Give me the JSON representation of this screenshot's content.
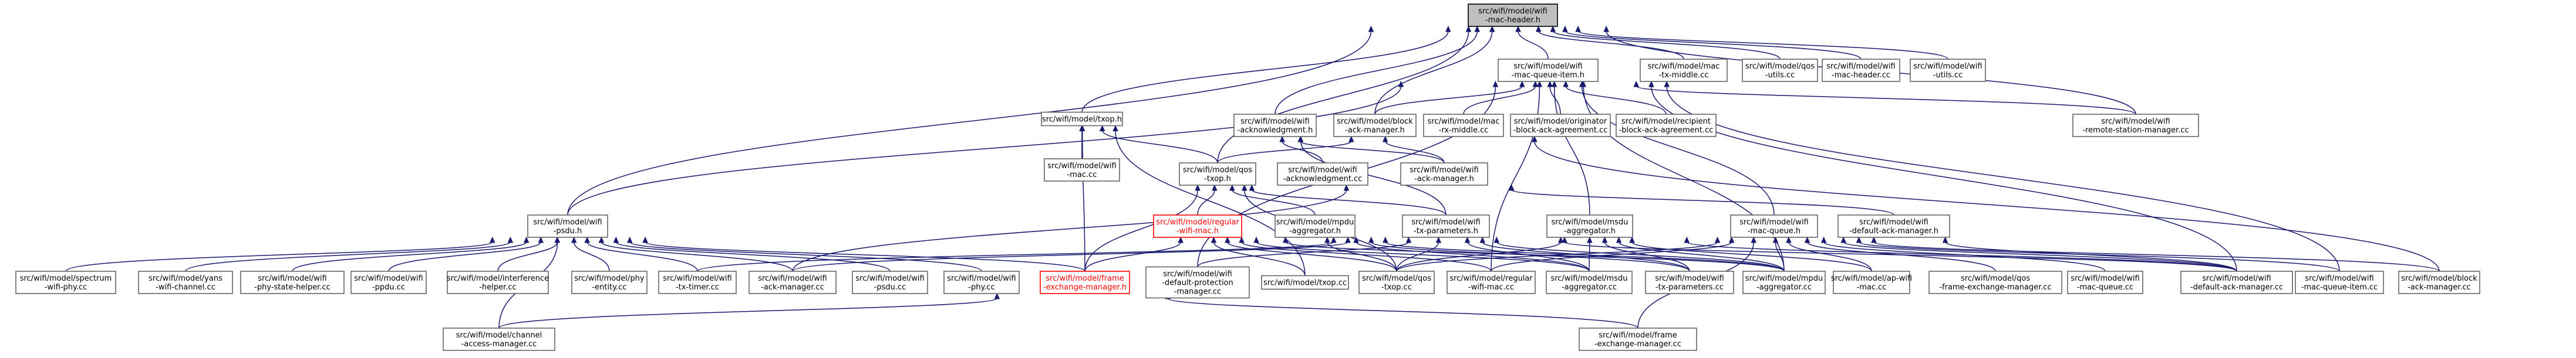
{
  "graph": {
    "root": "n0",
    "nodes": [
      {
        "id": "n0",
        "lines": [
          "src/wifi/model/wifi",
          "-mac-header.h"
        ],
        "style": "root"
      },
      {
        "id": "n1",
        "lines": [
          "src/wifi/model/wifi",
          "-mac-queue-item.h"
        ]
      },
      {
        "id": "n2",
        "lines": [
          "src/wifi/model/mac",
          "-tx-middle.cc"
        ]
      },
      {
        "id": "n3",
        "lines": [
          "src/wifi/model/qos",
          "-utils.cc"
        ]
      },
      {
        "id": "n4",
        "lines": [
          "src/wifi/model/wifi",
          "-mac-header.cc"
        ]
      },
      {
        "id": "n5",
        "lines": [
          "src/wifi/model/wifi",
          "-utils.cc"
        ]
      },
      {
        "id": "n6",
        "lines": [
          "src/wifi/model/txop.h"
        ]
      },
      {
        "id": "n7",
        "lines": [
          "src/wifi/model/wifi",
          "-acknowledgment.h"
        ]
      },
      {
        "id": "n8",
        "lines": [
          "src/wifi/model/block",
          "-ack-manager.h"
        ]
      },
      {
        "id": "n9",
        "lines": [
          "src/wifi/model/mac",
          "-rx-middle.cc"
        ]
      },
      {
        "id": "n10",
        "lines": [
          "src/wifi/model/originator",
          "-block-ack-agreement.cc"
        ]
      },
      {
        "id": "n11",
        "lines": [
          "src/wifi/model/recipient",
          "-block-ack-agreement.cc"
        ]
      },
      {
        "id": "n12",
        "lines": [
          "src/wifi/model/wifi",
          "-remote-station-manager.cc"
        ]
      },
      {
        "id": "n13",
        "lines": [
          "src/wifi/model/wifi",
          "-mac.cc"
        ]
      },
      {
        "id": "n14",
        "lines": [
          "src/wifi/model/qos",
          "-txop.h"
        ]
      },
      {
        "id": "n15",
        "lines": [
          "src/wifi/model/wifi",
          "-acknowledgment.cc"
        ]
      },
      {
        "id": "n16",
        "lines": [
          "src/wifi/model/wifi",
          "-ack-manager.h"
        ]
      },
      {
        "id": "n17",
        "lines": [
          "src/wifi/model/wifi",
          "-psdu.h"
        ]
      },
      {
        "id": "n18",
        "lines": [
          "src/wifi/model/regular",
          "-wifi-mac.h"
        ],
        "style": "red"
      },
      {
        "id": "n19",
        "lines": [
          "src/wifi/model/mpdu",
          "-aggregator.h"
        ]
      },
      {
        "id": "n20",
        "lines": [
          "src/wifi/model/wifi",
          "-tx-parameters.h"
        ]
      },
      {
        "id": "n21",
        "lines": [
          "src/wifi/model/msdu",
          "-aggregator.h"
        ]
      },
      {
        "id": "n22",
        "lines": [
          "src/wifi/model/wifi",
          "-mac-queue.h"
        ]
      },
      {
        "id": "n23",
        "lines": [
          "src/wifi/model/wifi",
          "-default-ack-manager.h"
        ]
      },
      {
        "id": "n24",
        "lines": [
          "src/wifi/model/spectrum",
          "-wifi-phy.cc"
        ]
      },
      {
        "id": "n25",
        "lines": [
          "src/wifi/model/yans",
          "-wifi-channel.cc"
        ]
      },
      {
        "id": "n26",
        "lines": [
          "src/wifi/model/wifi",
          "-phy-state-helper.cc"
        ]
      },
      {
        "id": "n27",
        "lines": [
          "src/wifi/model/wifi",
          "-ppdu.cc"
        ]
      },
      {
        "id": "n28",
        "lines": [
          "src/wifi/model/interference",
          "-helper.cc"
        ]
      },
      {
        "id": "n29",
        "lines": [
          "src/wifi/model/phy",
          "-entity.cc"
        ]
      },
      {
        "id": "n30",
        "lines": [
          "src/wifi/model/wifi",
          "-tx-timer.cc"
        ]
      },
      {
        "id": "n31",
        "lines": [
          "src/wifi/model/wifi",
          "-ack-manager.cc"
        ]
      },
      {
        "id": "n32",
        "lines": [
          "src/wifi/model/wifi",
          "-psdu.cc"
        ]
      },
      {
        "id": "n33",
        "lines": [
          "src/wifi/model/wifi",
          "-phy.cc"
        ]
      },
      {
        "id": "n34",
        "lines": [
          "src/wifi/model/frame",
          "-exchange-manager.h"
        ],
        "style": "red"
      },
      {
        "id": "n35",
        "lines": [
          "src/wifi/model/wifi",
          "-default-protection",
          "-manager.cc"
        ]
      },
      {
        "id": "n36",
        "lines": [
          "src/wifi/model/txop.cc"
        ]
      },
      {
        "id": "n37",
        "lines": [
          "src/wifi/model/qos",
          "-txop.cc"
        ]
      },
      {
        "id": "n38",
        "lines": [
          "src/wifi/model/regular",
          "-wifi-mac.cc"
        ]
      },
      {
        "id": "n39",
        "lines": [
          "src/wifi/model/msdu",
          "-aggregator.cc"
        ]
      },
      {
        "id": "n40",
        "lines": [
          "src/wifi/model/wifi",
          "-tx-parameters.cc"
        ]
      },
      {
        "id": "n41",
        "lines": [
          "src/wifi/model/mpdu",
          "-aggregator.cc"
        ]
      },
      {
        "id": "n42",
        "lines": [
          "src/wifi/model/ap-wifi",
          "-mac.cc"
        ]
      },
      {
        "id": "n43",
        "lines": [
          "src/wifi/model/qos",
          "-frame-exchange-manager.cc"
        ]
      },
      {
        "id": "n44",
        "lines": [
          "src/wifi/model/wifi",
          "-mac-queue.cc"
        ]
      },
      {
        "id": "n45",
        "lines": [
          "src/wifi/model/wifi",
          "-default-ack-manager.cc"
        ]
      },
      {
        "id": "n46",
        "lines": [
          "src/wifi/model/wifi",
          "-mac-queue-item.cc"
        ]
      },
      {
        "id": "n47",
        "lines": [
          "src/wifi/model/block",
          "-ack-manager.cc"
        ]
      },
      {
        "id": "n48",
        "lines": [
          "src/wifi/model/channel",
          "-access-manager.cc"
        ]
      },
      {
        "id": "n49",
        "lines": [
          "src/wifi/model/frame",
          "-exchange-manager.cc"
        ]
      }
    ],
    "edges": [
      [
        "n0",
        "n1"
      ],
      [
        "n0",
        "n2"
      ],
      [
        "n0",
        "n3"
      ],
      [
        "n0",
        "n4"
      ],
      [
        "n0",
        "n5"
      ],
      [
        "n0",
        "n6"
      ],
      [
        "n0",
        "n7"
      ],
      [
        "n0",
        "n8"
      ],
      [
        "n0",
        "n12"
      ],
      [
        "n0",
        "n17"
      ],
      [
        "n0",
        "n14"
      ],
      [
        "n1",
        "n9"
      ],
      [
        "n1",
        "n10"
      ],
      [
        "n1",
        "n11"
      ],
      [
        "n1",
        "n12"
      ],
      [
        "n1",
        "n8"
      ],
      [
        "n1",
        "n17"
      ],
      [
        "n1",
        "n21"
      ],
      [
        "n1",
        "n22"
      ],
      [
        "n1",
        "n46"
      ],
      [
        "n1",
        "n35"
      ],
      [
        "n1",
        "n38"
      ],
      [
        "n1",
        "n41"
      ],
      [
        "n1",
        "n45"
      ],
      [
        "n6",
        "n13"
      ],
      [
        "n6",
        "n14"
      ],
      [
        "n6",
        "n36"
      ],
      [
        "n6",
        "n34"
      ],
      [
        "n7",
        "n15"
      ],
      [
        "n7",
        "n16"
      ],
      [
        "n7",
        "n20"
      ],
      [
        "n8",
        "n16"
      ],
      [
        "n8",
        "n14"
      ],
      [
        "n8",
        "n47"
      ],
      [
        "n14",
        "n18"
      ],
      [
        "n14",
        "n19"
      ],
      [
        "n14",
        "n20"
      ],
      [
        "n14",
        "n34"
      ],
      [
        "n14",
        "n37"
      ],
      [
        "n16",
        "n23"
      ],
      [
        "n16",
        "n31"
      ],
      [
        "n17",
        "n24"
      ],
      [
        "n17",
        "n25"
      ],
      [
        "n17",
        "n26"
      ],
      [
        "n17",
        "n27"
      ],
      [
        "n17",
        "n28"
      ],
      [
        "n17",
        "n29"
      ],
      [
        "n17",
        "n30"
      ],
      [
        "n17",
        "n31"
      ],
      [
        "n17",
        "n32"
      ],
      [
        "n17",
        "n33"
      ],
      [
        "n17",
        "n34"
      ],
      [
        "n17",
        "n48"
      ],
      [
        "n18",
        "n36"
      ],
      [
        "n18",
        "n37"
      ],
      [
        "n18",
        "n38"
      ],
      [
        "n18",
        "n39"
      ],
      [
        "n18",
        "n41"
      ],
      [
        "n18",
        "n34"
      ],
      [
        "n19",
        "n37"
      ],
      [
        "n19",
        "n39"
      ],
      [
        "n19",
        "n41"
      ],
      [
        "n19",
        "n40"
      ],
      [
        "n20",
        "n31"
      ],
      [
        "n20",
        "n37"
      ],
      [
        "n20",
        "n39"
      ],
      [
        "n20",
        "n40"
      ],
      [
        "n20",
        "n41"
      ],
      [
        "n20",
        "n45"
      ],
      [
        "n20",
        "n35"
      ],
      [
        "n20",
        "n30"
      ],
      [
        "n21",
        "n37"
      ],
      [
        "n21",
        "n39"
      ],
      [
        "n21",
        "n40"
      ],
      [
        "n21",
        "n41"
      ],
      [
        "n21",
        "n42"
      ],
      [
        "n21",
        "n45"
      ],
      [
        "n22",
        "n37"
      ],
      [
        "n22",
        "n38"
      ],
      [
        "n22",
        "n41"
      ],
      [
        "n22",
        "n42"
      ],
      [
        "n22",
        "n43"
      ],
      [
        "n22",
        "n44"
      ],
      [
        "n22",
        "n45"
      ],
      [
        "n22",
        "n46"
      ],
      [
        "n22",
        "n47"
      ],
      [
        "n22",
        "n49"
      ],
      [
        "n23",
        "n45"
      ],
      [
        "n34",
        "n48"
      ],
      [
        "n34",
        "n49"
      ]
    ]
  }
}
